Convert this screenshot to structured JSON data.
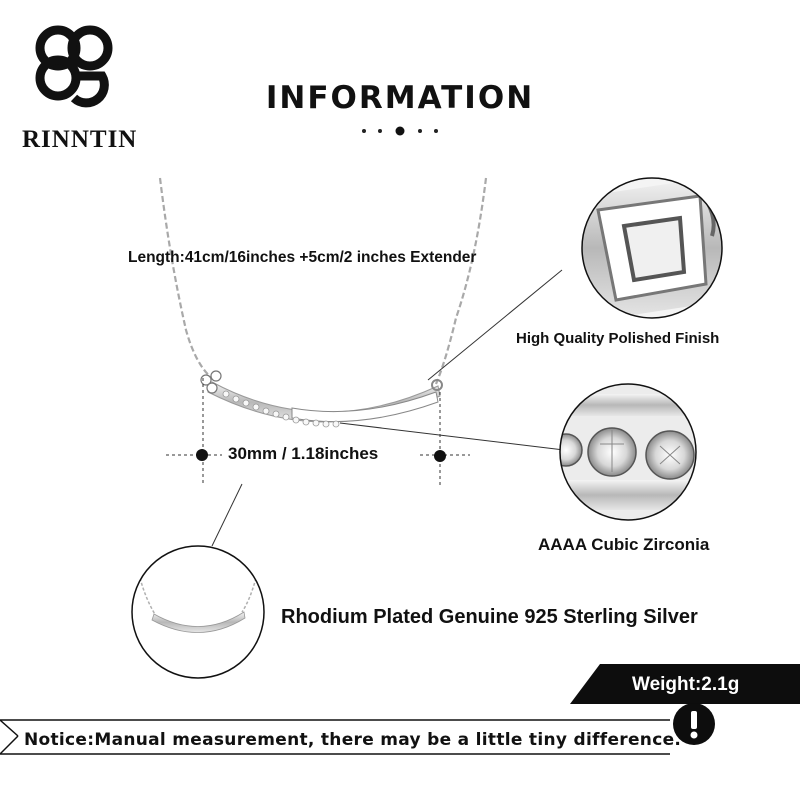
{
  "brand": {
    "name": "RINNTIN",
    "logo_icon": "quatrefoil-logo-icon"
  },
  "header": {
    "title": "INFORMATION"
  },
  "specs": {
    "length": "Length:41cm/16inches +5cm/2 inches Extender",
    "size": "30mm / 1.18inches",
    "finish": "High Quality Polished Finish",
    "stones": "AAAA Cubic Zirconia",
    "material": "Rhodium Plated Genuine 925 Sterling Silver",
    "weight": "Weight:2.1g"
  },
  "notice": {
    "text": "Notice:Manual measurement, there may be a little tiny difference.",
    "icon": "exclamation-icon"
  },
  "colors": {
    "text": "#111111",
    "accent_black": "#111111",
    "silver": "#c8c8c8"
  }
}
